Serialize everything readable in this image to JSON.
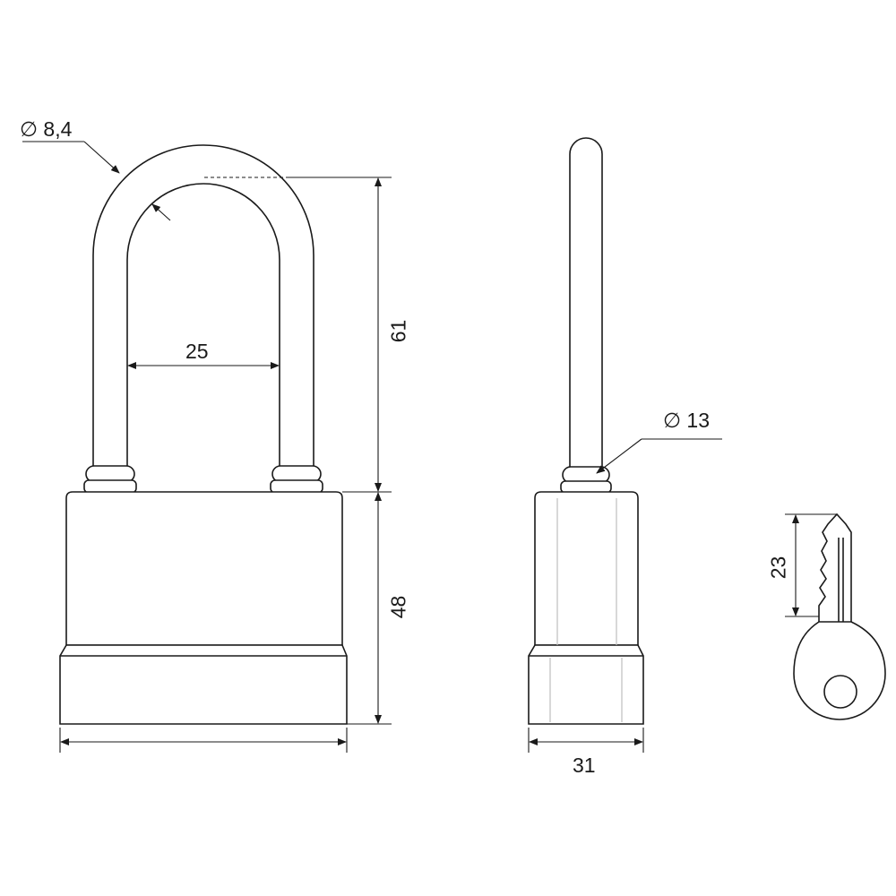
{
  "labels": {
    "shackle_diameter": "∅ 8,4",
    "shackle_inner_width": "25",
    "shackle_height": "61",
    "body_height": "48",
    "side_diameter": "∅ 13",
    "body_depth": "31",
    "key_length": "23"
  },
  "colors": {
    "line": "#1a1a1a",
    "fill": "#ffffff",
    "hatch": "#bdbdbd"
  }
}
